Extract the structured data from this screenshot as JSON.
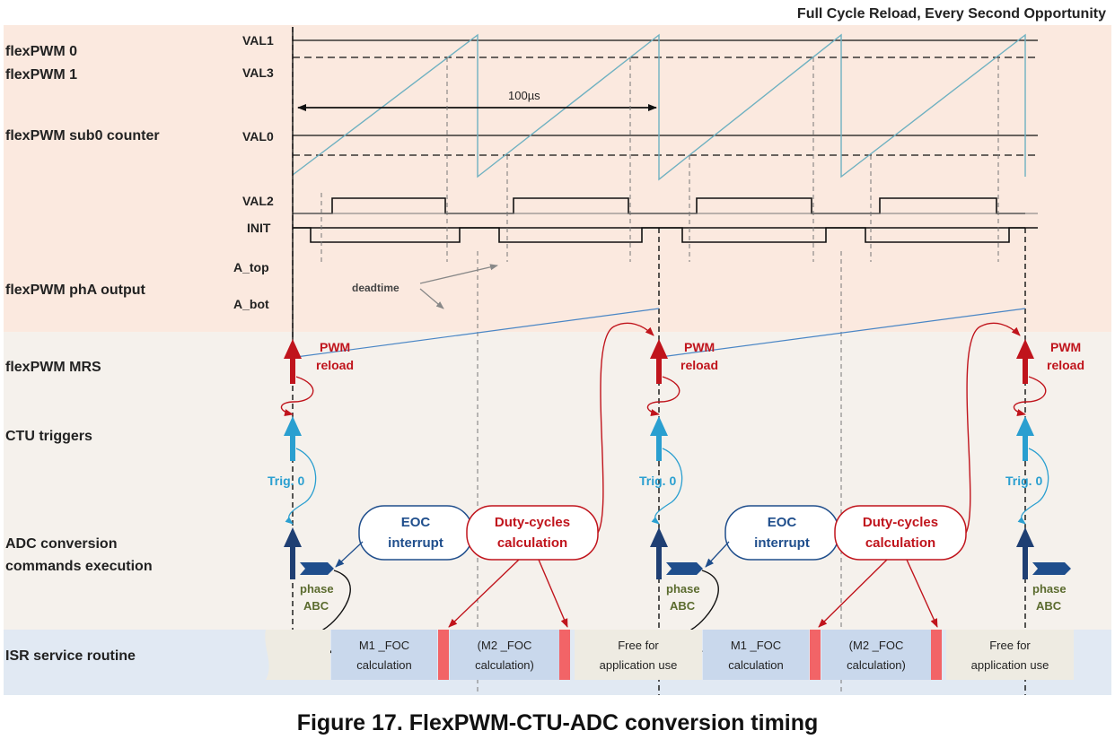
{
  "header_title": "Full Cycle Reload, Every Second Opportunity",
  "rows": {
    "pwm0": "flexPWM 0",
    "pwm1": "flexPWM 1",
    "counter": "flexPWM sub0 counter",
    "pha_output": "flexPWM phA output",
    "mrs": "flexPWM MRS",
    "ctu": "CTU triggers",
    "adc_line1": "ADC conversion",
    "adc_line2": "commands execution",
    "isr": "ISR service routine"
  },
  "signals": {
    "val1": "VAL1",
    "val3": "VAL3",
    "val0": "VAL0",
    "val2": "VAL2",
    "init": "INIT",
    "a_top": "A_top",
    "a_bot": "A_bot"
  },
  "period_label": "100µs",
  "deadtime_label": "deadtime",
  "pwm_reload_line1": "PWM",
  "pwm_reload_line2": "reload",
  "trigger_label": "Trig. 0",
  "phase_line1": "phase",
  "phase_line2": "ABC",
  "eoc_line1": "EOC",
  "eoc_line2": "interrupt",
  "duty_line1": "Duty-cycles",
  "duty_line2": "calculation",
  "m1_line1": "M1 _FOC",
  "m1_line2": "calculation",
  "m2_line1": "(M2 _FOC",
  "m2_line2": "calculation)",
  "free_line1": "Free for",
  "free_line2": "application use",
  "caption": "Figure 17. FlexPWM-CTU-ADC conversion timing",
  "colors": {
    "pwm_band": "#fbe9df",
    "lower_band": "#f5f1ec",
    "isr_band": "#e1e9f3",
    "ramp": "#6fb1c1",
    "reload_arrow": "#c0141c",
    "ctu_arrow": "#2a9fd0",
    "adc_arrow": "#1f3f73",
    "isr_box": "#c9d8ec",
    "free_box": "#eeebe2",
    "red_bar": "#f26467"
  }
}
